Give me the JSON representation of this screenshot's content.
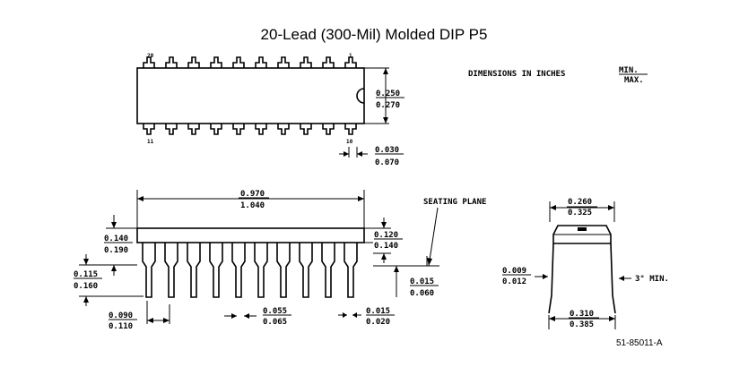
{
  "title": "20-Lead (300-Mil) Molded DIP P5",
  "legend": {
    "main": "DIMENSIONS IN INCHES",
    "min": "MIN.",
    "max": "MAX."
  },
  "drawing_number": "51-85011-A",
  "top_view": {
    "pin_top_left": "20",
    "pin_top_right": "1",
    "pin_bottom_left": "11",
    "pin_bottom_right": "10",
    "width": {
      "min": "0.250",
      "max": "0.270"
    },
    "lead_pitch_end": {
      "min": "0.030",
      "max": "0.070"
    }
  },
  "side_view": {
    "length": {
      "min": "0.970",
      "max": "1.040"
    },
    "body_height": {
      "min": "0.140",
      "max": "0.190"
    },
    "standoff": {
      "min": "0.120",
      "max": "0.140"
    },
    "seating_label": "SEATING PLANE",
    "lead_length": {
      "min": "0.115",
      "max": "0.160"
    },
    "seating_offset": {
      "min": "0.015",
      "max": "0.060"
    },
    "lead_pitch": {
      "min": "0.090",
      "max": "0.110"
    },
    "lead_width": {
      "min": "0.055",
      "max": "0.065"
    },
    "lead_thickness": {
      "min": "0.015",
      "max": "0.020"
    }
  },
  "end_view": {
    "top_width": {
      "min": "0.260",
      "max": "0.325"
    },
    "lead_offset": {
      "min": "0.009",
      "max": "0.012"
    },
    "angle": "3° MIN.",
    "bottom_width": {
      "min": "0.310",
      "max": "0.385"
    }
  }
}
